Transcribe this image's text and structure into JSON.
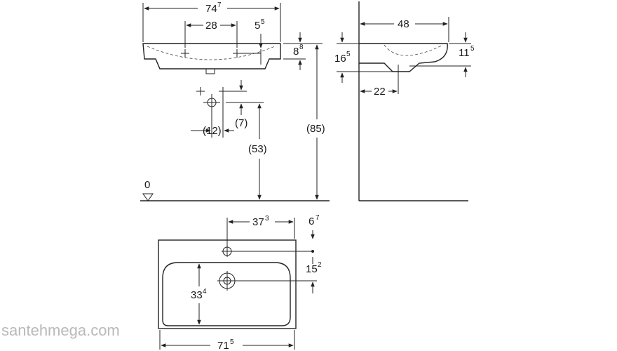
{
  "front_view": {
    "overall_width": {
      "main": "74",
      "sup": "7"
    },
    "tap_hole_spacing": "28",
    "tap_offset": {
      "main": "5",
      "sup": "5"
    },
    "rim_height": {
      "main": "8",
      "sup": "8"
    },
    "waste_height": "(7)",
    "waste_offset": "(12)",
    "waste_floor_height": "(53)",
    "rim_floor_height": "(85)",
    "floor_level": "0"
  },
  "side_view": {
    "depth": "48",
    "rim_depth": {
      "main": "16",
      "sup": "5"
    },
    "bowl_depth": {
      "main": "11",
      "sup": "5"
    },
    "waste_distance": "22"
  },
  "top_view": {
    "tap_to_edge": {
      "main": "37",
      "sup": "3"
    },
    "tap_from_back": {
      "main": "6",
      "sup": "7"
    },
    "tap_to_waste": {
      "main": "15",
      "sup": "2"
    },
    "bowl_depth": {
      "main": "33",
      "sup": "4"
    },
    "bowl_width": {
      "main": "71",
      "sup": "5"
    }
  },
  "watermark": "santehmega.com"
}
